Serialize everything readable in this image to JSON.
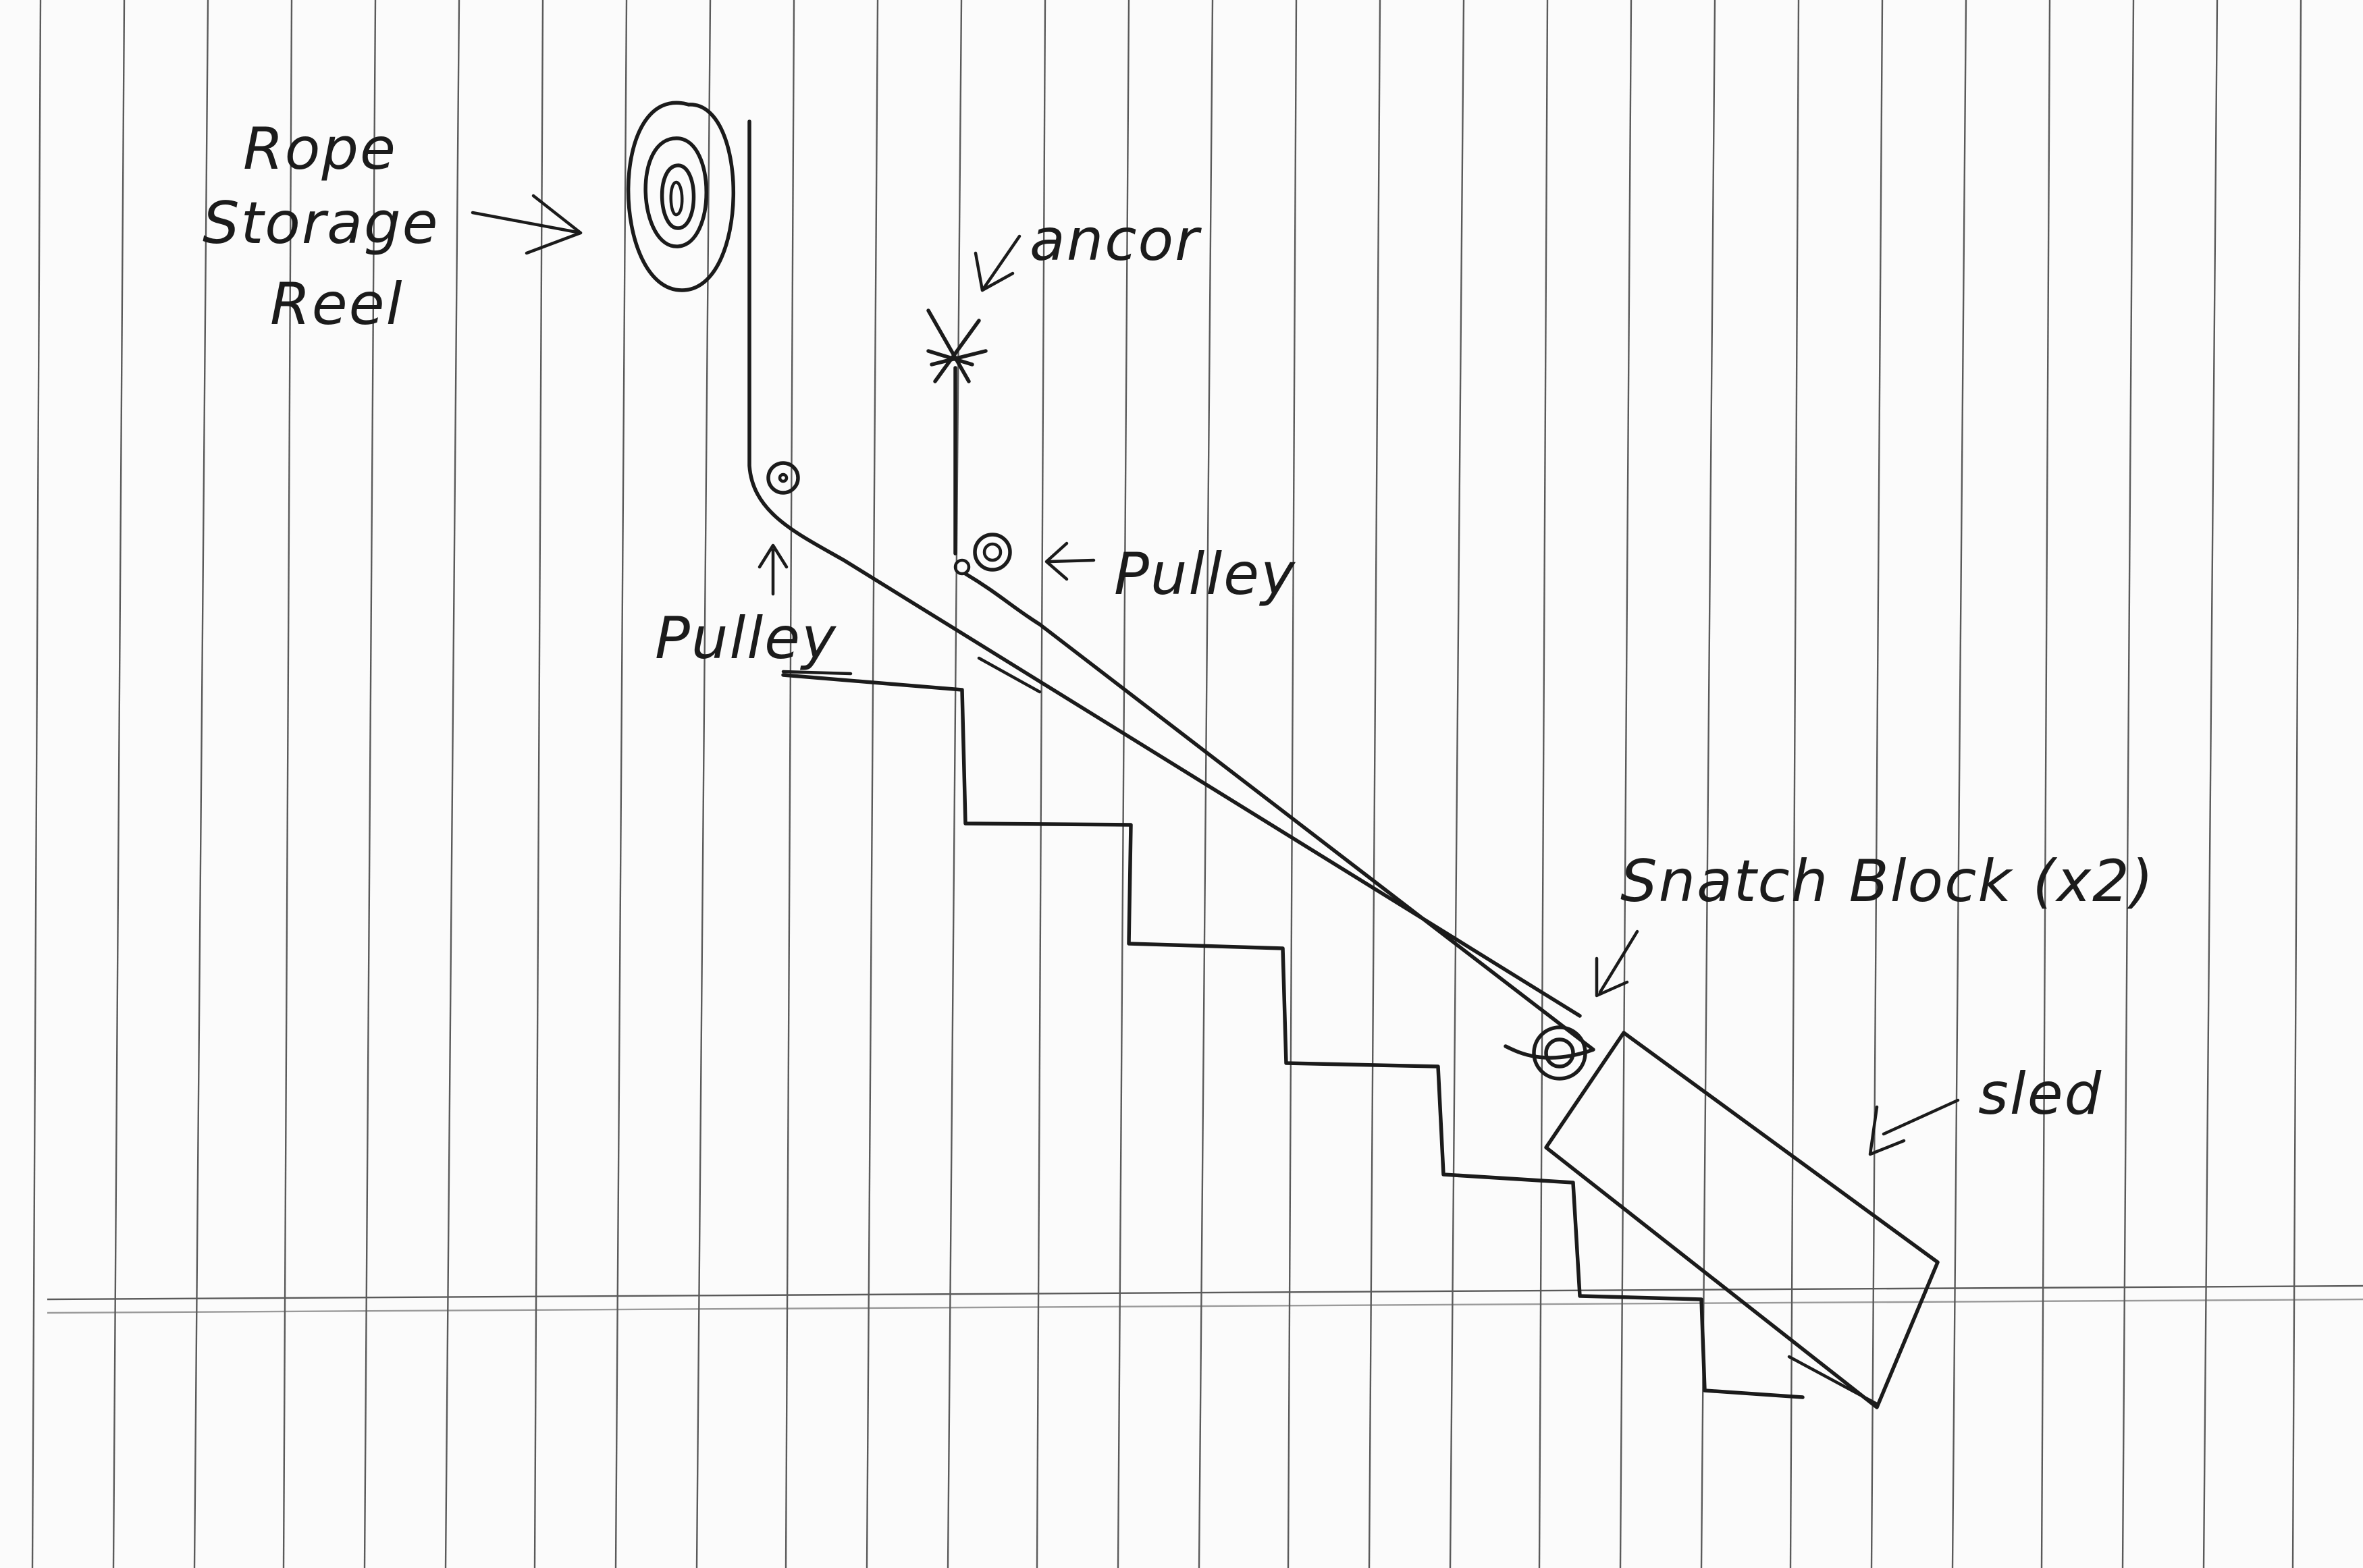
{
  "labels": {
    "reel_line1": "Rope",
    "reel_line2": "Storage",
    "reel_line3": "Reel",
    "anchor": "ancor",
    "pulley_right": "Pulley",
    "pulley_left": "Pulley",
    "snatch_block": "Snatch Block (x2)",
    "sled": "sled"
  },
  "colors": {
    "paper": "#fbfbfb",
    "rule_lines": "#5a5a5a",
    "ink": "#1b1b1b"
  }
}
